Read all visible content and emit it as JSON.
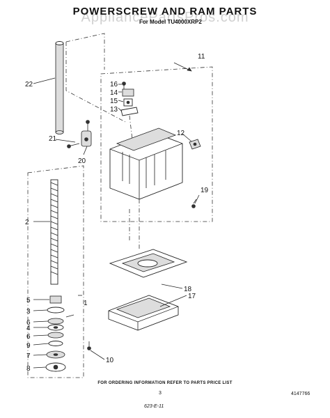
{
  "header": {
    "title": "POWERSCREW AND RAM PARTS",
    "model": "For Model TU4000XRP2",
    "watermark": "AppliancePartsPros.com"
  },
  "callouts": {
    "c1": "1",
    "c2": "2",
    "c3": "3",
    "c4": "4",
    "c5": "5",
    "c6a": "6",
    "c6b": "6",
    "c7": "7",
    "c8": "8",
    "c9": "9",
    "c10": "10",
    "c11": "11",
    "c12": "12",
    "c13": "13",
    "c14": "14",
    "c15": "15",
    "c16": "16",
    "c17": "17",
    "c18": "18",
    "c19": "19",
    "c20": "20",
    "c21": "21",
    "c22": "22"
  },
  "footer": {
    "order_note": "FOR ORDERING INFORMATION REFER TO PARTS PRICE LIST",
    "page_number": "3",
    "doc_number": "4147766",
    "hand_code": "623-E-11"
  }
}
